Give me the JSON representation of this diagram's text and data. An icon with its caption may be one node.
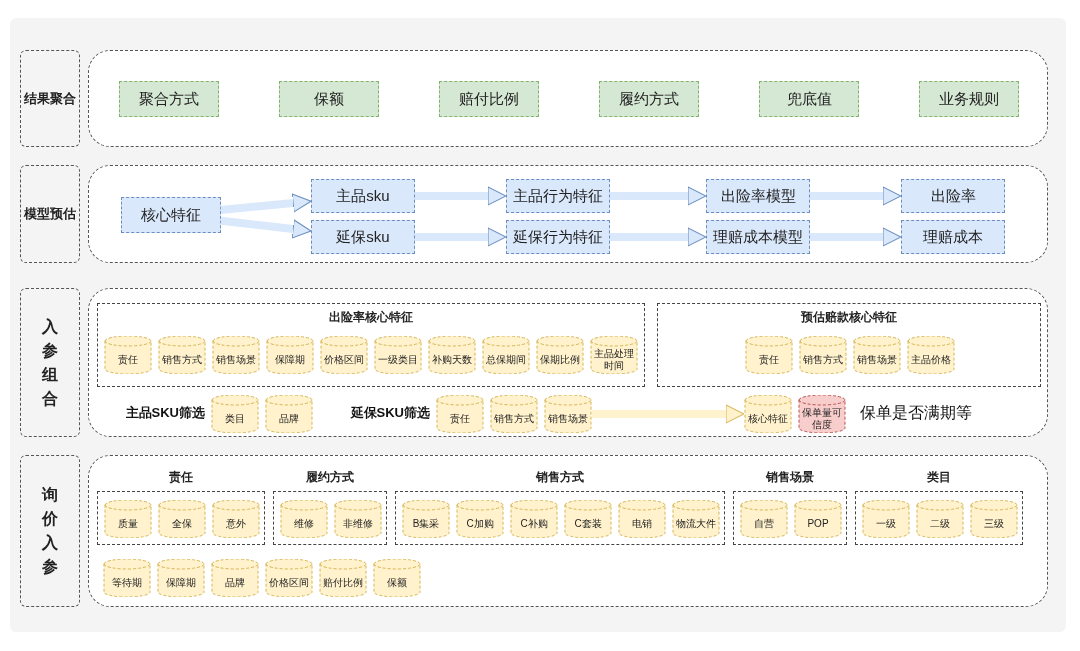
{
  "diagram": {
    "nodes": [
      {
        "text": [
          "结果聚合"
        ]
      },
      {
        "text": [],
        "shape": "box"
      },
      {
        "text": [
          "聚合方式"
        ],
        "in": 1
      },
      {
        "text": [
          "保额"
        ],
        "in": 1
      },
      {
        "text": [
          "赔付比例"
        ],
        "in": 1
      },
      {
        "text": [
          "履约方式"
        ],
        "in": 1
      },
      {
        "text": [
          "兜底值"
        ],
        "in": 1
      },
      {
        "text": [
          "业务规则"
        ],
        "in": 1
      },
      {
        "text": [
          "模型预估"
        ]
      },
      {
        "text": [],
        "shape": "box"
      },
      {
        "text": [
          "核心特征"
        ],
        "in": 9
      },
      {
        "text": [
          "主品sku"
        ],
        "in": 9
      },
      {
        "text": [
          "延保sku"
        ],
        "in": 9
      },
      {
        "text": [
          "主品行为特征"
        ],
        "in": 9
      },
      {
        "text": [
          "延保行为特征"
        ],
        "in": 9
      },
      {
        "text": [
          "出险率模型"
        ],
        "in": 9
      },
      {
        "text": [
          "理赔成本模型"
        ],
        "in": 9
      },
      {
        "text": [
          "出险率"
        ],
        "in": 9
      },
      {
        "text": [
          "理赔成本"
        ],
        "in": 9
      },
      {
        "text": [
          "入参组合"
        ]
      },
      {
        "text": [],
        "shape": "box"
      },
      {
        "text": [
          "出险率核心特征"
        ],
        "in": 20
      },
      {
        "text": [
          "责任"
        ],
        "in": 21
      },
      {
        "text": [
          "销售方式"
        ],
        "in": 21
      },
      {
        "text": [
          "销售场景"
        ],
        "in": 21
      },
      {
        "text": [
          "保障期"
        ],
        "in": 21
      },
      {
        "text": [
          "价格区间"
        ],
        "in": 21
      },
      {
        "text": [
          "一级类目"
        ],
        "in": 21
      },
      {
        "text": [
          "补购天数"
        ],
        "in": 21
      },
      {
        "text": [
          "总保期间"
        ],
        "in": 21
      },
      {
        "text": [
          "保期比例"
        ],
        "in": 21
      },
      {
        "text": [
          "主品处理时间"
        ],
        "in": 21
      },
      {
        "text": [
          "预估赔款核心特征"
        ],
        "in": 20
      },
      {
        "text": [
          "责任"
        ],
        "in": 32
      },
      {
        "text": [
          "销售方式"
        ],
        "in": 32
      },
      {
        "text": [
          "销售场景"
        ],
        "in": 32
      },
      {
        "text": [
          "主品价格"
        ],
        "in": 32
      },
      {
        "text": [
          "类目"
        ],
        "in": 20
      },
      {
        "text": [
          "品牌"
        ],
        "in": 20
      },
      {
        "text": [
          "责任"
        ],
        "in": 20
      },
      {
        "text": [
          "销售方式"
        ],
        "in": 20
      },
      {
        "text": [
          "销售场景"
        ],
        "in": 20
      },
      {
        "text": [
          "核心特征"
        ],
        "in": 20
      },
      {
        "text": [
          "保单量可信度"
        ],
        "in": 20
      },
      {
        "text": [
          "询价入参"
        ]
      },
      {
        "text": [],
        "shape": "box"
      },
      {
        "text": [
          "责任"
        ],
        "in": 45
      },
      {
        "text": [
          "质量"
        ],
        "in": 46
      },
      {
        "text": [
          "全保"
        ],
        "in": 46
      },
      {
        "text": [
          "意外"
        ],
        "in": 46
      },
      {
        "text": [
          "履约方式"
        ],
        "in": 45
      },
      {
        "text": [
          "维修"
        ],
        "in": 50
      },
      {
        "text": [
          "非维修"
        ],
        "in": 50
      },
      {
        "text": [
          "销售方式"
        ],
        "in": 45
      },
      {
        "text": [
          "B集采"
        ],
        "in": 53
      },
      {
        "text": [
          "C加购"
        ],
        "in": 53
      },
      {
        "text": [
          "C补购"
        ],
        "in": 53
      },
      {
        "text": [
          "C套装"
        ],
        "in": 53
      },
      {
        "text": [
          "电销"
        ],
        "in": 53
      },
      {
        "text": [
          "物流大件"
        ],
        "in": 53
      },
      {
        "text": [
          "销售场景"
        ],
        "in": 45
      },
      {
        "text": [
          "自营"
        ],
        "in": 60
      },
      {
        "text": [
          "POP"
        ],
        "in": 60
      },
      {
        "text": [
          "类目"
        ],
        "in": 45
      },
      {
        "text": [
          "一级"
        ],
        "in": 63
      },
      {
        "text": [
          "二级"
        ],
        "in": 63
      },
      {
        "text": [
          "三级"
        ],
        "in": 63
      },
      {
        "text": [
          "等待期"
        ],
        "in": 45
      },
      {
        "text": [
          "保障期"
        ],
        "in": 45
      },
      {
        "text": [
          "品牌"
        ],
        "in": 45
      },
      {
        "text": [
          "价格区间"
        ],
        "in": 45
      },
      {
        "text": [
          "赔付比例"
        ],
        "in": 45
      },
      {
        "text": [
          "保额"
        ],
        "in": 45
      }
    ],
    "edges": [
      {
        "from": 10,
        "to": 11,
        "arrow": "to"
      },
      {
        "from": 10,
        "to": 12,
        "arrow": "to"
      },
      {
        "from": 11,
        "to": 13,
        "arrow": "to"
      },
      {
        "from": 12,
        "to": 14,
        "arrow": "to"
      },
      {
        "from": 13,
        "to": 15,
        "arrow": "to"
      },
      {
        "from": 14,
        "to": 16,
        "arrow": "to"
      },
      {
        "from": 15,
        "to": 17,
        "arrow": "to"
      },
      {
        "from": 16,
        "to": 18,
        "arrow": "to"
      },
      {
        "from": 41,
        "to": 42,
        "arrow": "to",
        "color": "#fff2cc"
      }
    ],
    "labels": [
      "主品SKU筛选",
      "延保SKU筛选",
      "保单是否满期等"
    ]
  }
}
